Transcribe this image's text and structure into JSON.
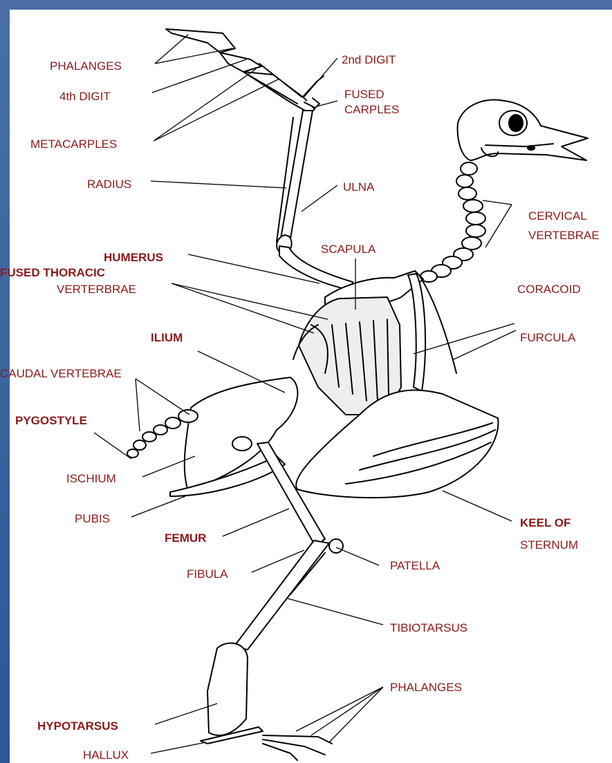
{
  "colors": {
    "label": "#8b1a1a",
    "background": "#4a6fa5",
    "panel": "#ffffff",
    "bone": "#000000"
  },
  "labels": {
    "phalanges_wing": "PHALANGES",
    "digit_4": "4th DIGIT",
    "metacarples": "METACARPLES",
    "radius": "RADIUS",
    "digit_2": "2nd DIGIT",
    "fused_carples_1": "FUSED",
    "fused_carples_2": "CARPLES",
    "ulna": "ULNA",
    "cervical_1": "CERVICAL",
    "cervical_2": "VERTEBRAE",
    "humerus": "HUMERUS",
    "scapula": "SCAPULA",
    "fused_thoracic_1": "FUSED THORACIC",
    "fused_thoracic_2": "VERTERBRAE",
    "coracoid": "CORACOID",
    "ilium": "ILIUM",
    "furcula": "FURCULA",
    "caudal": "CAUDAL VERTEBRAE",
    "pygostyle": "PYGOSTYLE",
    "ischium": "ISCHIUM",
    "pubis": "PUBIS",
    "keel_1": "KEEL OF",
    "keel_2": "STERNUM",
    "femur": "FEMUR",
    "patella": "PATELLA",
    "fibula": "FIBULA",
    "tibiotarsus": "TIBIOTARSUS",
    "hypotarsus": "HYPOTARSUS",
    "phalanges_foot": "PHALANGES",
    "hallux": "HALLUX"
  }
}
